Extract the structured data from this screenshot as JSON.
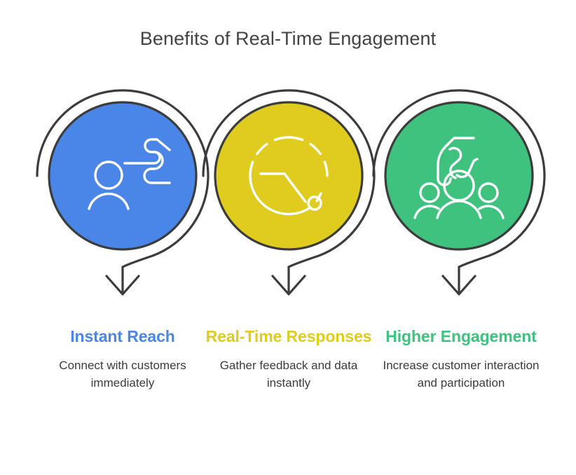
{
  "header": {
    "title": "Benefits of Real-Time Engagement"
  },
  "theme": {
    "background": "#ffffff",
    "title_color": "#444444",
    "ring_color": "#3c3c3c",
    "arrow_color": "#3c3c3c",
    "body_text_color": "#3c3c3c",
    "icon_stroke": "#ffffff"
  },
  "columns": [
    {
      "id": "instant-reach",
      "heading": "Instant Reach",
      "body": "Connect with customers immediately",
      "color": "#4a86e8",
      "icon": "person-broadcast-icon"
    },
    {
      "id": "real-time-responses",
      "heading": "Real-Time Responses",
      "body": "Gather feedback and data instantly",
      "color": "#e0cc1e",
      "icon": "clock-speed-icon"
    },
    {
      "id": "higher-engagement",
      "heading": "Higher Engagement",
      "body": "Increase customer interaction and participation",
      "color": "#3fc27e",
      "icon": "people-group-icon"
    }
  ]
}
